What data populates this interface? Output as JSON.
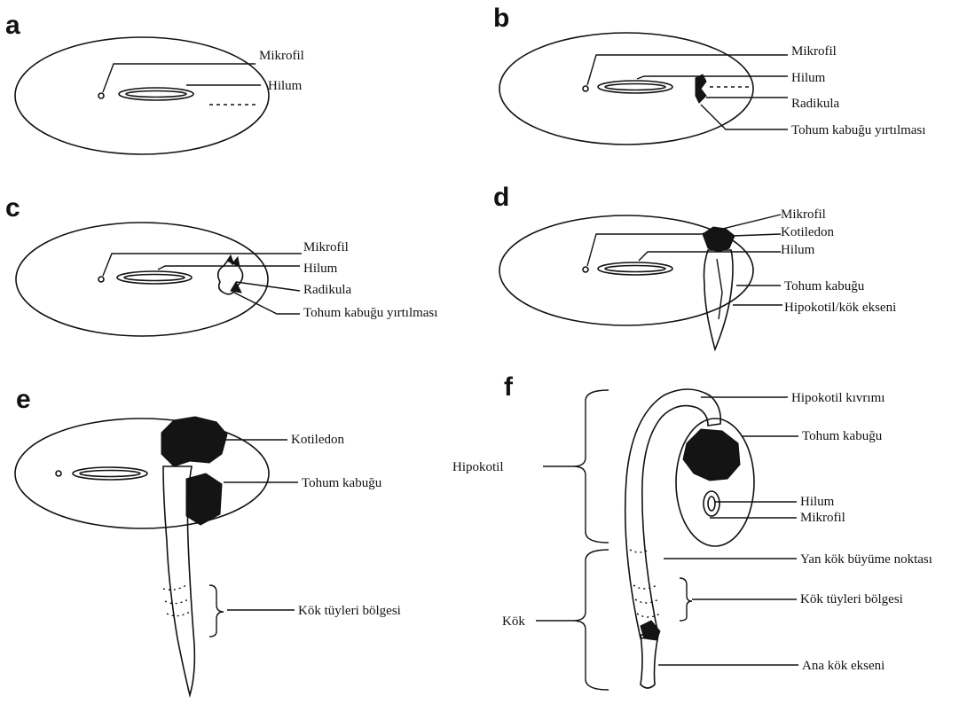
{
  "panels": {
    "a": {
      "letter": "a",
      "labels": [
        "Mikrofil",
        "Hilum"
      ]
    },
    "b": {
      "letter": "b",
      "labels": [
        "Mikrofil",
        "Hilum",
        "Radikula",
        "Tohum kabuğu yırtılması"
      ]
    },
    "c": {
      "letter": "c",
      "labels": [
        "Mikrofil",
        "Hilum",
        "Radikula",
        "Tohum kabuğu yırtılması"
      ]
    },
    "d": {
      "letter": "d",
      "labels": [
        "Mikrofil",
        "Kotiledon",
        "Hilum",
        "Tohum kabuğu",
        "Hipokotil/kök ekseni"
      ]
    },
    "e": {
      "letter": "e",
      "labels": [
        "Kotiledon",
        "Tohum kabuğu",
        "Kök tüyleri bölgesi"
      ]
    },
    "f": {
      "letter": "f",
      "labels": [
        "Hipokotil kıvrımı",
        "Tohum kabuğu",
        "Hilum",
        "Mikrofil",
        "Yan kök büyüme noktası",
        "Kök tüyleri bölgesi",
        "Ana kök ekseni"
      ],
      "left_labels": [
        "Hipokotil",
        "Kök"
      ]
    }
  }
}
